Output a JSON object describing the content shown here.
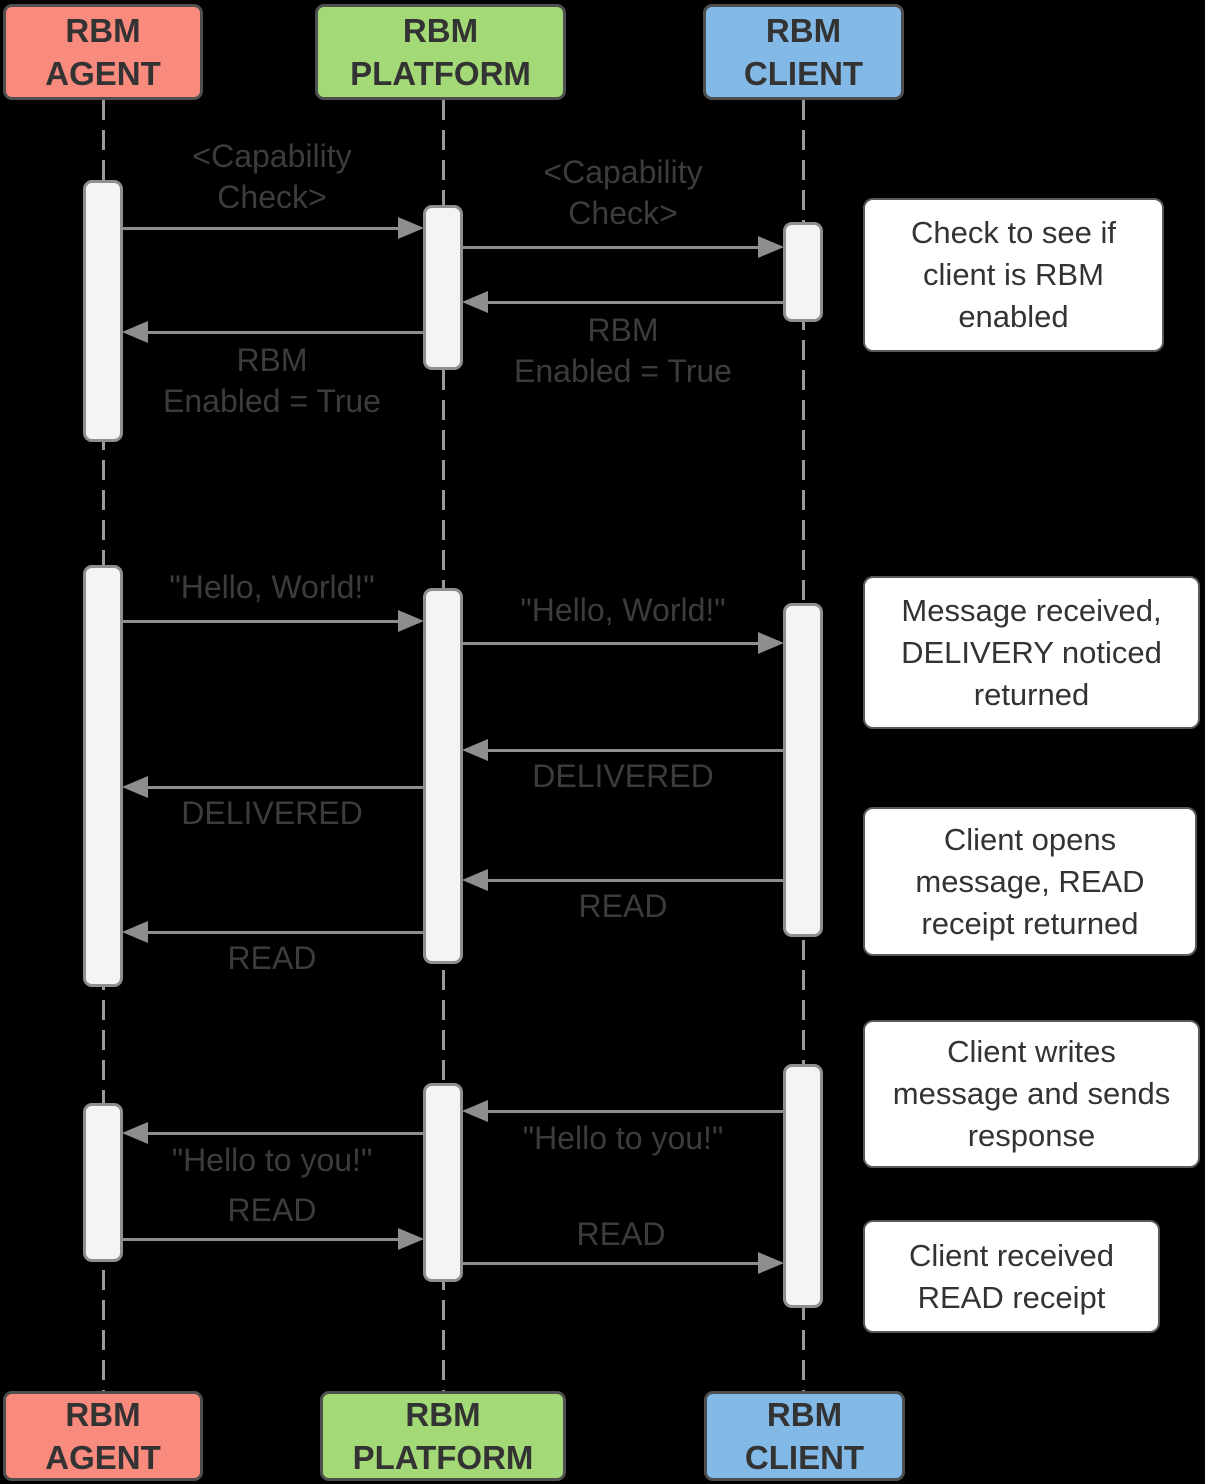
{
  "colors": {
    "background": "#000000",
    "agent_box": "#F88A7E",
    "platform_box": "#A3D977",
    "client_box": "#83B9E6",
    "note_background": "#FFFFFF",
    "activation_bar": "#F4F4F4",
    "arrow": "#8E8E8E",
    "lifeline": "#9A9A9A",
    "label_text": "#3C3C3C",
    "box_text": "#333333"
  },
  "actors": [
    {
      "id": "rbm-agent",
      "label": "RBM AGENT"
    },
    {
      "id": "rbm-platform",
      "label": "RBM PLATFORM"
    },
    {
      "id": "rbm-client",
      "label": "RBM CLIENT"
    }
  ],
  "messages": [
    {
      "label": "<Capability\nCheck>",
      "from": "rbm-agent",
      "to": "rbm-platform"
    },
    {
      "label": "<Capability\nCheck>",
      "from": "rbm-platform",
      "to": "rbm-client"
    },
    {
      "label": "RBM\nEnabled = True",
      "from": "rbm-client",
      "to": "rbm-platform"
    },
    {
      "label": "RBM\nEnabled = True",
      "from": "rbm-platform",
      "to": "rbm-agent"
    },
    {
      "label": "\"Hello, World!\"",
      "from": "rbm-agent",
      "to": "rbm-platform"
    },
    {
      "label": "\"Hello, World!\"",
      "from": "rbm-platform",
      "to": "rbm-client"
    },
    {
      "label": "DELIVERED",
      "from": "rbm-client",
      "to": "rbm-platform"
    },
    {
      "label": "DELIVERED",
      "from": "rbm-platform",
      "to": "rbm-agent"
    },
    {
      "label": "READ",
      "from": "rbm-client",
      "to": "rbm-platform"
    },
    {
      "label": "READ",
      "from": "rbm-platform",
      "to": "rbm-agent"
    },
    {
      "label": "\"Hello to you!\"",
      "from": "rbm-client",
      "to": "rbm-platform"
    },
    {
      "label": "\"Hello to you!\"",
      "from": "rbm-platform",
      "to": "rbm-agent"
    },
    {
      "label": "READ",
      "from": "rbm-agent",
      "to": "rbm-platform"
    },
    {
      "label": "READ",
      "from": "rbm-platform",
      "to": "rbm-client"
    }
  ],
  "notes": [
    {
      "text": "Check to see if\nclient is RBM\nenabled"
    },
    {
      "text": "Message received,\nDELIVERY noticed\nreturned"
    },
    {
      "text": "Client opens\nmessage, READ\nreceipt returned"
    },
    {
      "text": "Client writes\nmessage and sends\nresponse"
    },
    {
      "text": "Client received\nREAD receipt"
    }
  ]
}
